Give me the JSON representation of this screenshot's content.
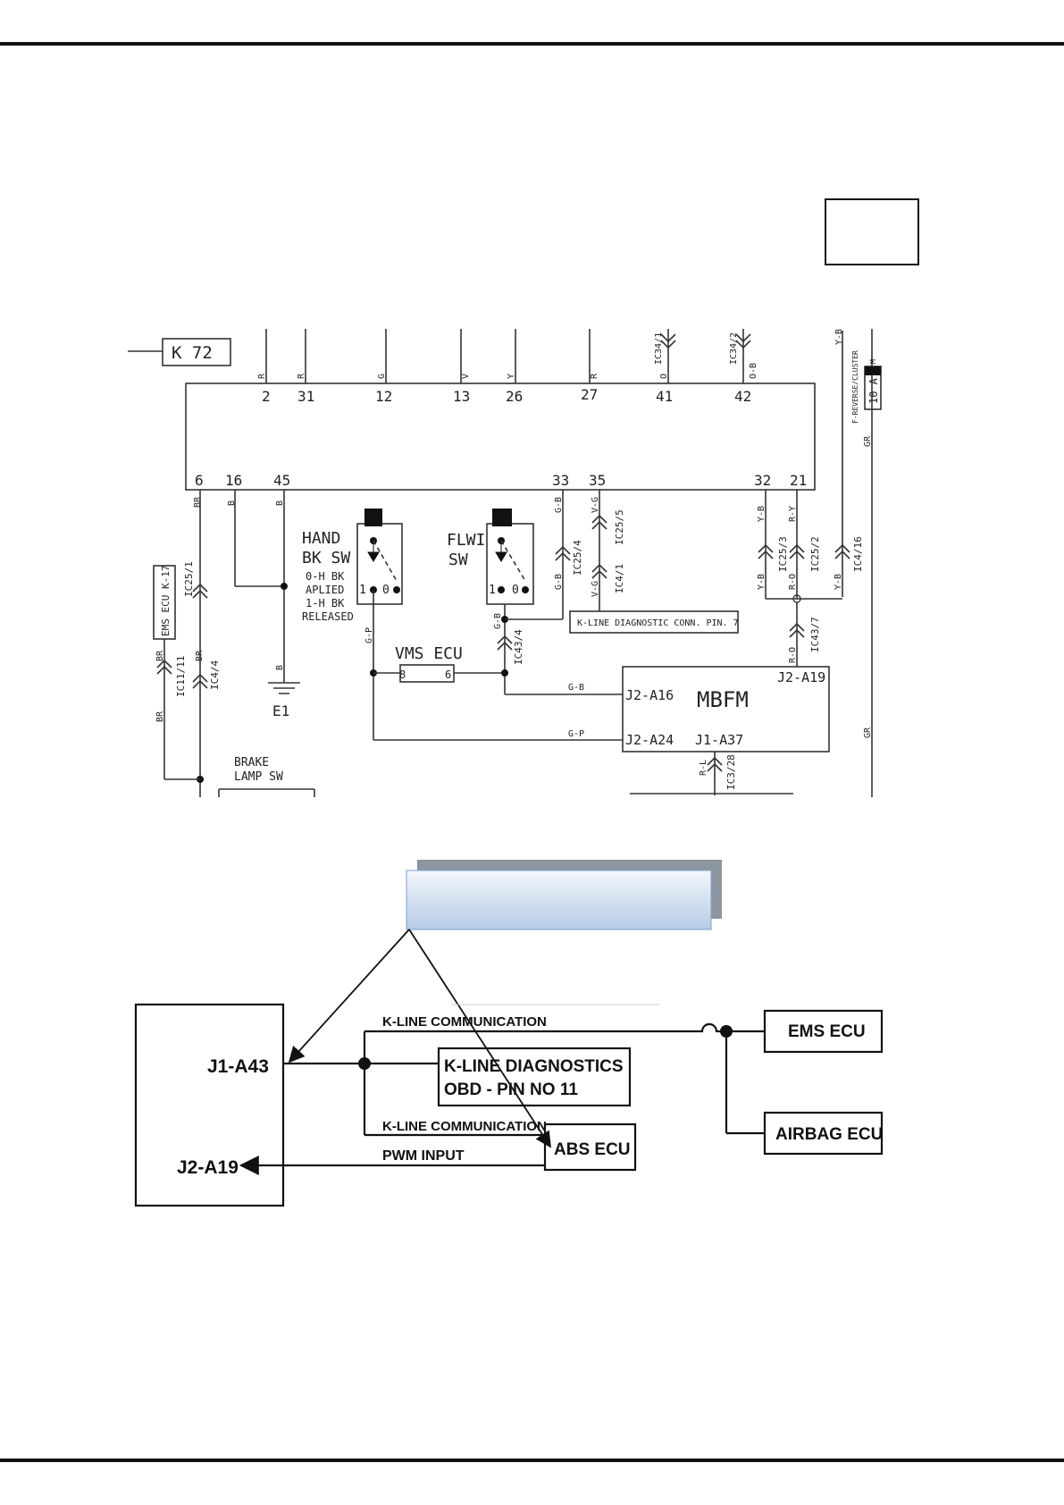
{
  "wiring": {
    "connector_label": "K 72",
    "top_pins": [
      {
        "pin": "2",
        "wire": "R"
      },
      {
        "pin": "31",
        "wire": "R"
      },
      {
        "pin": "12",
        "wire": "G"
      },
      {
        "pin": "13",
        "wire": "V"
      },
      {
        "pin": "26",
        "wire": "Y"
      },
      {
        "pin": "27",
        "wire": "R"
      },
      {
        "pin": "41",
        "wire": "O",
        "conn": "IC34/1"
      },
      {
        "pin": "42",
        "wire": "O-B",
        "conn": "IC34/2"
      }
    ],
    "bottom_pins": [
      "6",
      "16",
      "45",
      "33",
      "35",
      "32",
      "21"
    ],
    "fuse": {
      "rating": "10 A",
      "tag": "M",
      "label": "F-REVERSE/CLUSTER",
      "wire_top": "Y-B",
      "wire_bottom": "GR"
    },
    "ems_ecu_box": "EMS ECU K-17",
    "hand_brake": {
      "title1": "HAND",
      "title2": "BK SW",
      "notes": [
        "0-H BK",
        "APLIED",
        "1-H BK",
        "RELEASED"
      ]
    },
    "flwi": {
      "title1": "FLWI",
      "title2": "SW"
    },
    "contacts": {
      "one": "1",
      "zero": "0"
    },
    "ground": "E1",
    "vms_ecu": {
      "label": "VMS ECU",
      "pin_left": "8",
      "pin_right": "6"
    },
    "k_line_box": "K-LINE DIAGNOSTIC CONN. PIN. 7",
    "mbfm": {
      "label": "MBFM",
      "pins": [
        "J2-A16",
        "J2-A19",
        "J2-A24",
        "J1-A37"
      ]
    },
    "brake_lamp": {
      "line1": "BRAKE",
      "line2": "LAMP SW"
    },
    "wire_codes": [
      "BR",
      "B",
      "G-B",
      "V-G",
      "Y-B",
      "R-Y",
      "R-O",
      "G-P",
      "R-L",
      "GR"
    ],
    "connectors": [
      "IC25/1",
      "IC11/11",
      "IC4/4",
      "IC25/4",
      "IC25/5",
      "IC4/1",
      "IC25/3",
      "IC25/2",
      "IC4/16",
      "IC43/7",
      "IC43/4",
      "IC3/28"
    ]
  },
  "block": {
    "left_box_pins": [
      "J1-A43",
      "J2-A19"
    ],
    "k_line_comm": "K-LINE COMMUNICATION",
    "k_line_diag_1": "K-LINE DIAGNOSTICS",
    "k_line_diag_2": "OBD - PIN NO 11",
    "pwm_input": "PWM INPUT",
    "abs_ecu": "ABS ECU",
    "ems_ecu": "EMS ECU",
    "airbag_ecu": "AIRBAG ECU"
  }
}
